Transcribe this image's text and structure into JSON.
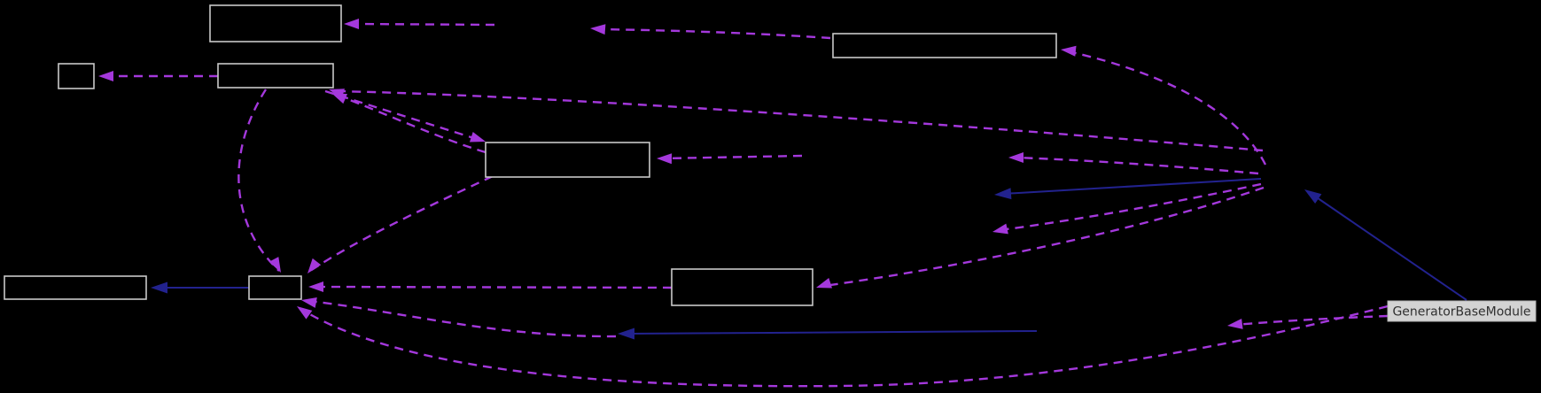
{
  "graph": {
    "type": "dependency-graph",
    "background": "#000000",
    "node_border_color": "#c9c9c9",
    "node_fill_color": "#000000",
    "dashed_edge_color": "#a438dc",
    "solid_edge_color": "#22228e",
    "highlight_node": {
      "label": "GeneratorBaseModule",
      "fill": "#d3d3d3",
      "border": "#b4b4b4",
      "text_color": "#313131"
    },
    "unlabeled_node_count": 8,
    "edge_styles": {
      "dashed": "dependency",
      "solid": "inheritance"
    }
  }
}
